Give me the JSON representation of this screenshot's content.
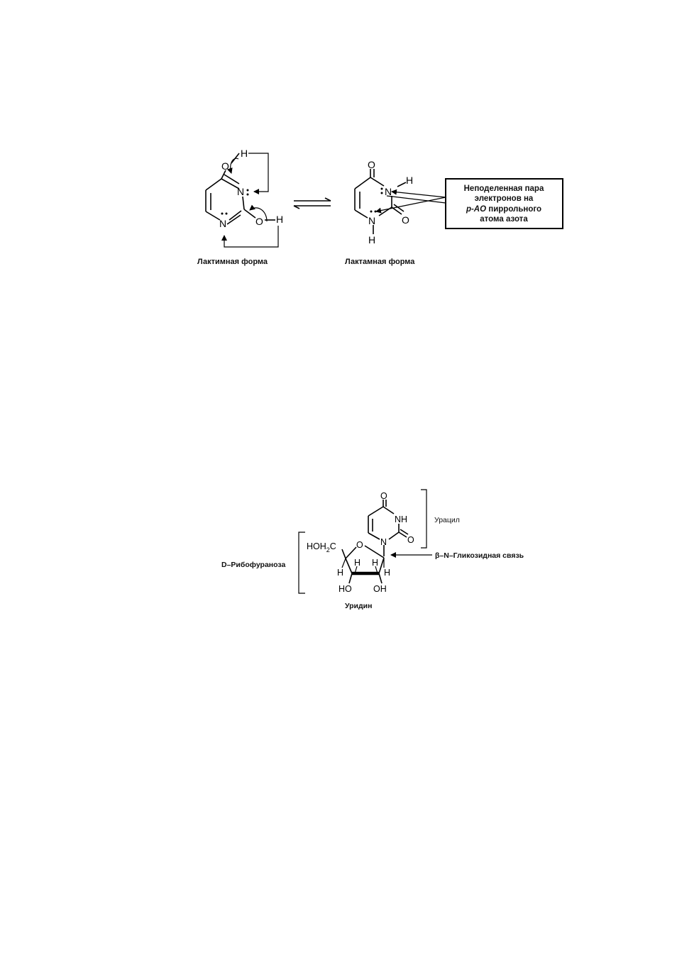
{
  "figure1": {
    "lactim_label": "Лактимная форма",
    "lactam_label": "Лактамная форма",
    "callout": {
      "line1": "Неподеленная пара",
      "line2": "электронов  на",
      "line3_italic": "p-AO",
      "line3_rest": "пиррольного",
      "line4": "атома азота"
    },
    "atoms": {
      "o": "O",
      "h": "H",
      "n": "N"
    }
  },
  "figure2": {
    "uracil_label": "Урацил",
    "ribofuranose_label": "D–Рибофураноза",
    "glycosidic_label": "β–N–Гликозидная связь",
    "uridine_label": "Уридин",
    "atoms": {
      "o": "O",
      "nh": "NH",
      "n": "N",
      "hoh2c": "HOH",
      "sub2": "2",
      "c": "C",
      "h": "H",
      "ho": "HO",
      "oh": "OH"
    }
  }
}
